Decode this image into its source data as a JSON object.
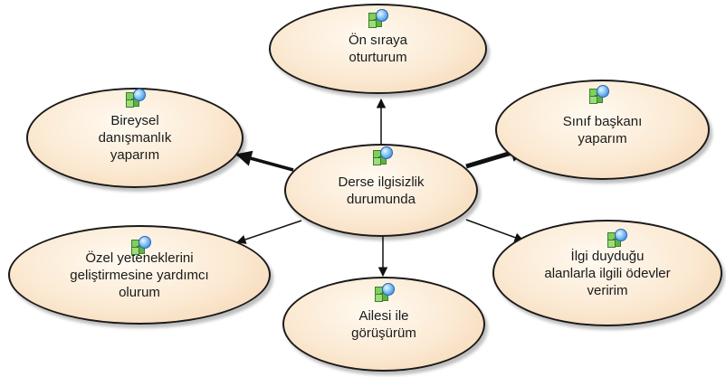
{
  "diagram": {
    "center": {
      "id": "center",
      "label": "Derse ilgisizlik\ndurumunda"
    },
    "nodes": [
      {
        "id": "on-siraya",
        "label": "Ön sıraya\noturturum"
      },
      {
        "id": "bireysel",
        "label": "Bireysel\ndanışmanlık\nyaparım"
      },
      {
        "id": "sinif-baskani",
        "label": "Sınıf başkanı\nyaparım"
      },
      {
        "id": "ozel-yetenek",
        "label": "Özel yeteneklerini\ngeliştirmesine yardımcı\nolurum"
      },
      {
        "id": "ailesi",
        "label": "Ailesi ile\ngörüşürüm"
      },
      {
        "id": "ilgi-duydugu",
        "label": "İlgi duyduğu\nalanlarla ilgili ödevler\nveririm"
      }
    ],
    "edges": [
      {
        "from": "center",
        "to": "on-siraya",
        "weight": "thin"
      },
      {
        "from": "center",
        "to": "bireysel",
        "weight": "bold"
      },
      {
        "from": "center",
        "to": "sinif-baskani",
        "weight": "heavy"
      },
      {
        "from": "center",
        "to": "ozel-yetenek",
        "weight": "thin"
      },
      {
        "from": "center",
        "to": "ailesi",
        "weight": "thin"
      },
      {
        "from": "center",
        "to": "ilgi-duydugu",
        "weight": "thin"
      }
    ],
    "colors": {
      "node_fill": "#fbe9d2",
      "node_border": "#1a1a1a",
      "edge": "#111111",
      "icon_green": "#7fcf5a",
      "icon_blue": "#2a6fc9"
    },
    "icon": "network-globe-icon"
  }
}
